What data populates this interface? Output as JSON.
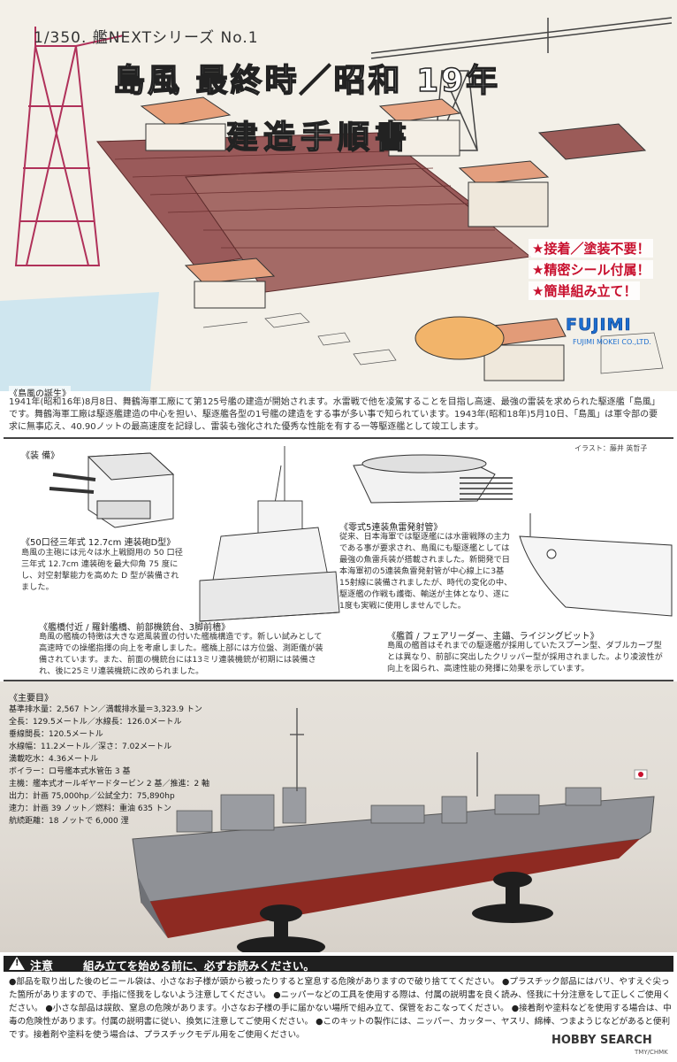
{
  "header": {
    "series": "1/350. 艦NEXTシリーズ No.1",
    "title_line1": "島風 最終時／昭和 19年",
    "title_line2": "建造手順書",
    "features": [
      "★接着／塗装不要！",
      "★精密シール付属！",
      "★簡単組み立て！"
    ],
    "brand": "FUJIMI",
    "brand_sub": "FUJIMI MOKEI CO.,LTD."
  },
  "history": {
    "heading": "《島風の誕生》",
    "text": "1941年(昭和16年)8月8日、舞鶴海軍工廠にて第125号艦の建造が開始されます。水雷戦で他を凌駕することを目指し高速、最強の雷装を求められた駆逐艦「島風」です。舞鶴海軍工廠は駆逐艦建造の中心を担い、駆逐艦各型の1号艦の建造をする事が多い事で知られています。1943年(昭和18年)5月10日、「島風」は軍令部の要求に無事応え、40.90ノットの最高速度を記録し、雷装も強化された優秀な性能を有する一等駆逐艦として竣工します。"
  },
  "equipment": {
    "credit": "イラスト：藤井 英哲子",
    "heading": "《装 備》",
    "gun": {
      "heading": "《50口径三年式 12.7cm 連装砲D型》",
      "text": "島風の主砲には元々は水上戦闘用の 50 口径三年式 12.7cm 連装砲を最大仰角 75 度にし、対空射撃能力を高めた D 型が装備されました。"
    },
    "torpedo": {
      "heading": "《零式5連装魚雷発射管》",
      "text": "従来、日本海軍では駆逐艦には水雷戦隊の主力である事が要求され、島風にも駆逐艦としては最強の魚雷兵装が搭載されました。新開発で日本海軍初の5連装魚雷発射管が中心線上に3基15射線に装備されましたが、時代の変化の中、駆逐艦の作戦も護衛、輸送が主体となり、遂に1度も実戦に使用しませんでした。"
    },
    "bridge": {
      "heading": "《艦橋付近 / 羅針艦橋、前部機銃台、3脚前檣》",
      "text": "島風の艦橋の特徴は大きな遮風装置の付いた艦橋構造です。新しい試みとして高速時での操艦指揮の向上を考慮しました。艦橋上部には方位盤、測距儀が装備されています。また、前面の機銃台には13ミリ連装機銃が初期には装備され、後に25ミリ連装機銃に改められました。"
    },
    "bow": {
      "heading": "《艦首 / フェアリーダー、主錨、ライジングビット》",
      "text": "島風の艦首はそれまでの駆逐艦が採用していたスプーン型、ダブルカーブ型とは異なり、前部に突出したクリッパー型が採用されました。より凌波性が向上を図られ、高速性能の発揮に効果を示しています。"
    }
  },
  "specs": {
    "heading": "《主要目》",
    "lines": [
      "基準排水量：2,567 トン／満載排水量＝3,323.9 トン",
      "全長：129.5メートル／水線長：126.0メートル",
      "垂線間長：120.5メートル",
      "水線幅：11.2メートル／深さ：7.02メートル",
      "満載吃水：4.36メートル",
      "ボイラー：ロ号艦本式水管缶 3 基",
      "主機：艦本式オールギヤードタービン 2 基／推進：2 軸",
      "出力：計画 75,000hp／公試全力：75,890hp",
      "速力：計画 39 ノット／燃料：重油 635 トン",
      "航続距離：18 ノットで 6,000 浬"
    ]
  },
  "notes": {
    "title": "注意",
    "lead": "組み立てを始める前に、必ずお読みください。",
    "text": "●部品を取り出した後のビニール袋は、小さなお子様が頭から被ったりすると窒息する危険がありますので破り捨ててください。 ●プラスチック部品にはバリ、やすえぐ尖った箇所がありますので、手指に怪我をしないよう注意してください。 ●ニッパーなどの工具を使用する際は、付属の説明書を良く読み、怪我に十分注意をして正しくご使用ください。 ●小さな部品は誤飲、窒息の危険があります。小さなお子様の手に届かない場所で組み立て、保管をおこなってください。 ●接着剤や塗料などを使用する場合は、中毒の危険性があります。付属の説明書に従い、換気に注意してご使用ください。 ●このキットの製作には、ニッパー、カッター、ヤスリ、綿棒、つまようじなどがあると便利です。接着剤や塗料を使う場合は、プラスチックモデル用をご使用ください。",
    "watermark": "HOBBY SEARCH",
    "watermark_sub": "TMY/CHMK"
  },
  "colors": {
    "accent_red": "#c8102e",
    "brand_blue": "#1d6fd0",
    "hull_gray": "#8f9196",
    "hull_red": "#8e2a22"
  }
}
